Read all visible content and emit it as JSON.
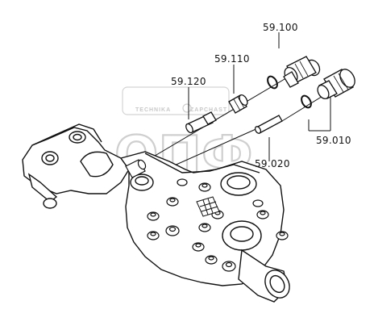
{
  "callouts": {
    "c59100": "59.100",
    "c59110": "59.110",
    "c59120": "59.120",
    "c59010": "59.010",
    "c59020": "59.020"
  },
  "watermark": {
    "left_word": "TECHNIKA",
    "right_word": "ZAPCHAST",
    "logo_letters": "ОПФ"
  },
  "colors": {
    "line": "#111111",
    "watermark": "#cfcfcf"
  }
}
